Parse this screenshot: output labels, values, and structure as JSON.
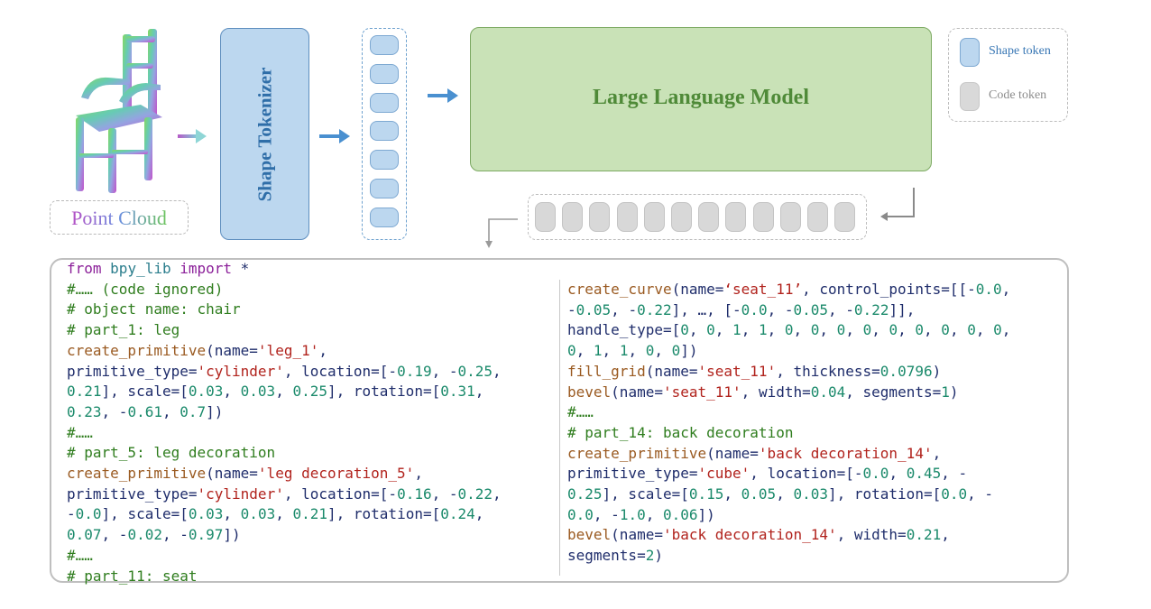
{
  "point_cloud": {
    "label": "Point Cloud"
  },
  "shape_tokenizer": {
    "label": "Shape Tokenizer"
  },
  "llm": {
    "label": "Large Language Model"
  },
  "legend": {
    "items": [
      {
        "label": "Shape token",
        "color": "#bcd7ef",
        "text_color": "#3a78b5"
      },
      {
        "label": "Code token",
        "color": "#d9d9d9",
        "text_color": "#8c8c8c"
      }
    ]
  },
  "shape_token_count": 7,
  "code_token_count": 12,
  "code": {
    "left": [
      [
        [
          "k",
          "from"
        ],
        [
          "v",
          " "
        ],
        [
          "m",
          "bpy_lib"
        ],
        [
          "v",
          " "
        ],
        [
          "k",
          "import"
        ],
        [
          "v",
          " *"
        ]
      ],
      [
        [
          "c",
          "#…… (code ignored)"
        ]
      ],
      [
        [
          "c",
          "# object name: chair"
        ]
      ],
      [
        [
          "c",
          "# part_1: leg"
        ]
      ],
      [
        [
          "f",
          "create_primitive"
        ],
        [
          "v",
          "(name="
        ],
        [
          "s",
          "'leg_1'"
        ],
        [
          "v",
          ","
        ]
      ],
      [
        [
          "v",
          "primitive_type="
        ],
        [
          "s",
          "'cylinder'"
        ],
        [
          "v",
          ", location=[-"
        ],
        [
          "n",
          "0.19"
        ],
        [
          "v",
          ", -"
        ],
        [
          "n",
          "0.25"
        ],
        [
          "v",
          ","
        ]
      ],
      [
        [
          "n",
          "0.21"
        ],
        [
          "v",
          "], scale=["
        ],
        [
          "n",
          "0.03"
        ],
        [
          "v",
          ", "
        ],
        [
          "n",
          "0.03"
        ],
        [
          "v",
          ", "
        ],
        [
          "n",
          "0.25"
        ],
        [
          "v",
          "], rotation=["
        ],
        [
          "n",
          "0.31"
        ],
        [
          "v",
          ","
        ]
      ],
      [
        [
          "n",
          "0.23"
        ],
        [
          "v",
          ", -"
        ],
        [
          "n",
          "0.61"
        ],
        [
          "v",
          ", "
        ],
        [
          "n",
          "0.7"
        ],
        [
          "v",
          "])"
        ]
      ],
      [
        [
          "c",
          "#……"
        ]
      ],
      [
        [
          "c",
          "# part_5: leg decoration"
        ]
      ],
      [
        [
          "f",
          "create_primitive"
        ],
        [
          "v",
          "(name="
        ],
        [
          "s",
          "'leg decoration_5'"
        ],
        [
          "v",
          ","
        ]
      ],
      [
        [
          "v",
          "primitive_type="
        ],
        [
          "s",
          "'cylinder'"
        ],
        [
          "v",
          ", location=[-"
        ],
        [
          "n",
          "0.16"
        ],
        [
          "v",
          ", -"
        ],
        [
          "n",
          "0.22"
        ],
        [
          "v",
          ","
        ]
      ],
      [
        [
          "v",
          "-"
        ],
        [
          "n",
          "0.0"
        ],
        [
          "v",
          "], scale=["
        ],
        [
          "n",
          "0.03"
        ],
        [
          "v",
          ", "
        ],
        [
          "n",
          "0.03"
        ],
        [
          "v",
          ", "
        ],
        [
          "n",
          "0.21"
        ],
        [
          "v",
          "], rotation=["
        ],
        [
          "n",
          "0.24"
        ],
        [
          "v",
          ","
        ]
      ],
      [
        [
          "n",
          "0.07"
        ],
        [
          "v",
          ", -"
        ],
        [
          "n",
          "0.02"
        ],
        [
          "v",
          ", -"
        ],
        [
          "n",
          "0.97"
        ],
        [
          "v",
          "])"
        ]
      ],
      [
        [
          "c",
          "#……"
        ]
      ],
      [
        [
          "c",
          "# part_11: seat"
        ]
      ]
    ],
    "right": [
      [
        [
          "f",
          "create_curve"
        ],
        [
          "v",
          "(name="
        ],
        [
          "s",
          "‘seat_11’"
        ],
        [
          "v",
          ", control_points=[[-"
        ],
        [
          "n",
          "0.0"
        ],
        [
          "v",
          ","
        ]
      ],
      [
        [
          "v",
          "-"
        ],
        [
          "n",
          "0.05"
        ],
        [
          "v",
          ", -"
        ],
        [
          "n",
          "0.22"
        ],
        [
          "v",
          "], …, [-"
        ],
        [
          "n",
          "0.0"
        ],
        [
          "v",
          ", -"
        ],
        [
          "n",
          "0.05"
        ],
        [
          "v",
          ", -"
        ],
        [
          "n",
          "0.22"
        ],
        [
          "v",
          "]],"
        ]
      ],
      [
        [
          "v",
          "handle_type=["
        ],
        [
          "n",
          "0"
        ],
        [
          "v",
          ", "
        ],
        [
          "n",
          "0"
        ],
        [
          "v",
          ", "
        ],
        [
          "n",
          "1"
        ],
        [
          "v",
          ", "
        ],
        [
          "n",
          "1"
        ],
        [
          "v",
          ", "
        ],
        [
          "n",
          "0"
        ],
        [
          "v",
          ", "
        ],
        [
          "n",
          "0"
        ],
        [
          "v",
          ", "
        ],
        [
          "n",
          "0"
        ],
        [
          "v",
          ", "
        ],
        [
          "n",
          "0"
        ],
        [
          "v",
          ", "
        ],
        [
          "n",
          "0"
        ],
        [
          "v",
          ", "
        ],
        [
          "n",
          "0"
        ],
        [
          "v",
          ", "
        ],
        [
          "n",
          "0"
        ],
        [
          "v",
          ", "
        ],
        [
          "n",
          "0"
        ],
        [
          "v",
          ", "
        ],
        [
          "n",
          "0"
        ],
        [
          "v",
          ","
        ]
      ],
      [
        [
          "n",
          "0"
        ],
        [
          "v",
          ", "
        ],
        [
          "n",
          "1"
        ],
        [
          "v",
          ", "
        ],
        [
          "n",
          "1"
        ],
        [
          "v",
          ", "
        ],
        [
          "n",
          "0"
        ],
        [
          "v",
          ", "
        ],
        [
          "n",
          "0"
        ],
        [
          "v",
          "])"
        ]
      ],
      [
        [
          "f",
          "fill_grid"
        ],
        [
          "v",
          "(name="
        ],
        [
          "s",
          "'seat_11'"
        ],
        [
          "v",
          ", thickness="
        ],
        [
          "n",
          "0.0796"
        ],
        [
          "v",
          ")"
        ]
      ],
      [
        [
          "f",
          "bevel"
        ],
        [
          "v",
          "(name="
        ],
        [
          "s",
          "'seat_11'"
        ],
        [
          "v",
          ", width="
        ],
        [
          "n",
          "0.04"
        ],
        [
          "v",
          ", segments="
        ],
        [
          "n",
          "1"
        ],
        [
          "v",
          ")"
        ]
      ],
      [
        [
          "c",
          "#……"
        ]
      ],
      [
        [
          "c",
          "# part_14: back decoration"
        ]
      ],
      [
        [
          "f",
          "create_primitive"
        ],
        [
          "v",
          "(name="
        ],
        [
          "s",
          "'back decoration_14'"
        ],
        [
          "v",
          ","
        ]
      ],
      [
        [
          "v",
          "primitive_type="
        ],
        [
          "s",
          "'cube'"
        ],
        [
          "v",
          ", location=[-"
        ],
        [
          "n",
          "0.0"
        ],
        [
          "v",
          ", "
        ],
        [
          "n",
          "0.45"
        ],
        [
          "v",
          ", -"
        ]
      ],
      [
        [
          "n",
          "0.25"
        ],
        [
          "v",
          "], scale=["
        ],
        [
          "n",
          "0.15"
        ],
        [
          "v",
          ", "
        ],
        [
          "n",
          "0.05"
        ],
        [
          "v",
          ", "
        ],
        [
          "n",
          "0.03"
        ],
        [
          "v",
          "], rotation=["
        ],
        [
          "n",
          "0.0"
        ],
        [
          "v",
          ", -"
        ]
      ],
      [
        [
          "n",
          "0.0"
        ],
        [
          "v",
          ", -"
        ],
        [
          "n",
          "1.0"
        ],
        [
          "v",
          ", "
        ],
        [
          "n",
          "0.06"
        ],
        [
          "v",
          "])"
        ]
      ],
      [
        [
          "f",
          "bevel"
        ],
        [
          "v",
          "(name="
        ],
        [
          "s",
          "'back decoration_14'"
        ],
        [
          "v",
          ", width="
        ],
        [
          "n",
          "0.21"
        ],
        [
          "v",
          ","
        ]
      ],
      [
        [
          "v",
          "segments="
        ],
        [
          "n",
          "2"
        ],
        [
          "v",
          ")"
        ]
      ]
    ]
  }
}
